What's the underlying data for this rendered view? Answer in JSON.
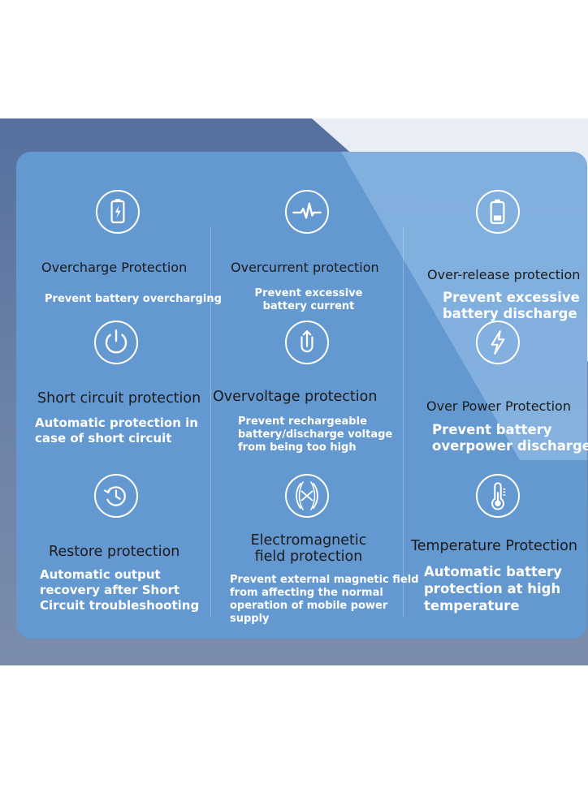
{
  "features": [
    {
      "title": "Overcharge Protection",
      "desc": [
        "Prevent battery overcharging"
      ],
      "icon": "battery-charging-icon"
    },
    {
      "title": "Overcurrent protection",
      "desc": [
        "Prevent excessive",
        "battery current"
      ],
      "icon": "pulse-wave-icon"
    },
    {
      "title": "Over-release protection",
      "desc": [
        "Prevent excessive",
        "battery discharge"
      ],
      "icon": "battery-low-icon"
    },
    {
      "title": "Short circuit protection",
      "desc": [
        "Automatic protection in",
        "case of short circuit"
      ],
      "icon": "power-icon"
    },
    {
      "title": "Overvoltage protection",
      "desc": [
        "Prevent rechargeable",
        "battery/discharge voltage",
        "from being too high"
      ],
      "icon": "upload-arrow-icon"
    },
    {
      "title": "Over Power Protection",
      "desc": [
        "Prevent battery",
        "overpower discharge"
      ],
      "icon": "lightning-icon"
    },
    {
      "title": "Restore protection",
      "desc": [
        "Automatic output",
        "recovery after Short",
        "Circuit troubleshooting"
      ],
      "icon": "restore-clock-icon"
    },
    {
      "title": [
        "Electromagnetic",
        "field protection"
      ],
      "desc": [
        "Prevent external magnetic field",
        "from affecting the normal",
        "operation of mobile power",
        "supply"
      ],
      "icon": "magnetic-field-icon"
    },
    {
      "title": "Temperature Protection",
      "desc": [
        "Automatic battery",
        "protection at high",
        "temperature"
      ],
      "icon": "thermometer-icon"
    }
  ],
  "colors": {
    "panel": "#6498d0",
    "band": "#56709e",
    "text_dark": "#1b1b1b",
    "text_light": "#ffffff"
  }
}
